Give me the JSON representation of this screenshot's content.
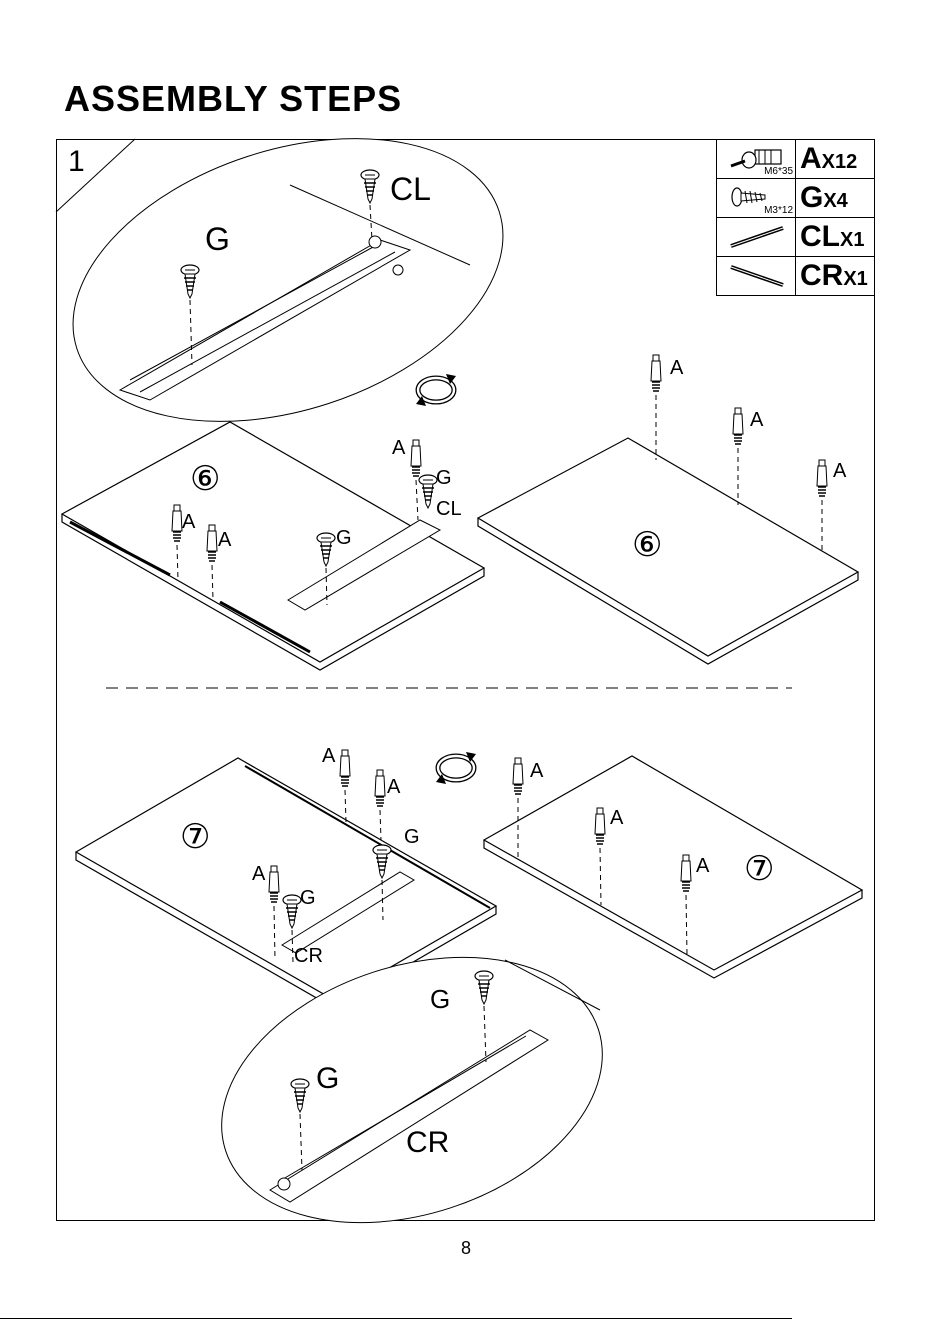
{
  "page": {
    "title": "ASSEMBLY STEPS",
    "step_number": "1",
    "page_number": "8"
  },
  "hardware": [
    {
      "code": "A",
      "qty": "X12",
      "spec": "M6*35",
      "icon": "cam-dowel-icon"
    },
    {
      "code": "G",
      "qty": "X4",
      "spec": "M3*12",
      "icon": "screw-icon"
    },
    {
      "code": "CL",
      "qty": "X1",
      "spec": "",
      "icon": "rail-left-icon"
    },
    {
      "code": "CR",
      "qty": "X1",
      "spec": "",
      "icon": "rail-right-icon"
    }
  ],
  "callouts": {
    "top_detail": {
      "rail": "CL",
      "screw": "G"
    },
    "panel_6_left": {
      "part": "⑥",
      "dowel": "A",
      "screw": "G",
      "rail": "CL"
    },
    "panel_6_right": {
      "part": "⑥",
      "dowel": "A"
    },
    "panel_7_left": {
      "part": "⑦",
      "dowel": "A",
      "screw": "G",
      "rail": "CR"
    },
    "panel_7_right": {
      "part": "⑦",
      "dowel": "A"
    },
    "bottom_detail": {
      "rail": "CR",
      "screw": "G"
    }
  },
  "colors": {
    "ink": "#000000",
    "paper": "#ffffff"
  }
}
